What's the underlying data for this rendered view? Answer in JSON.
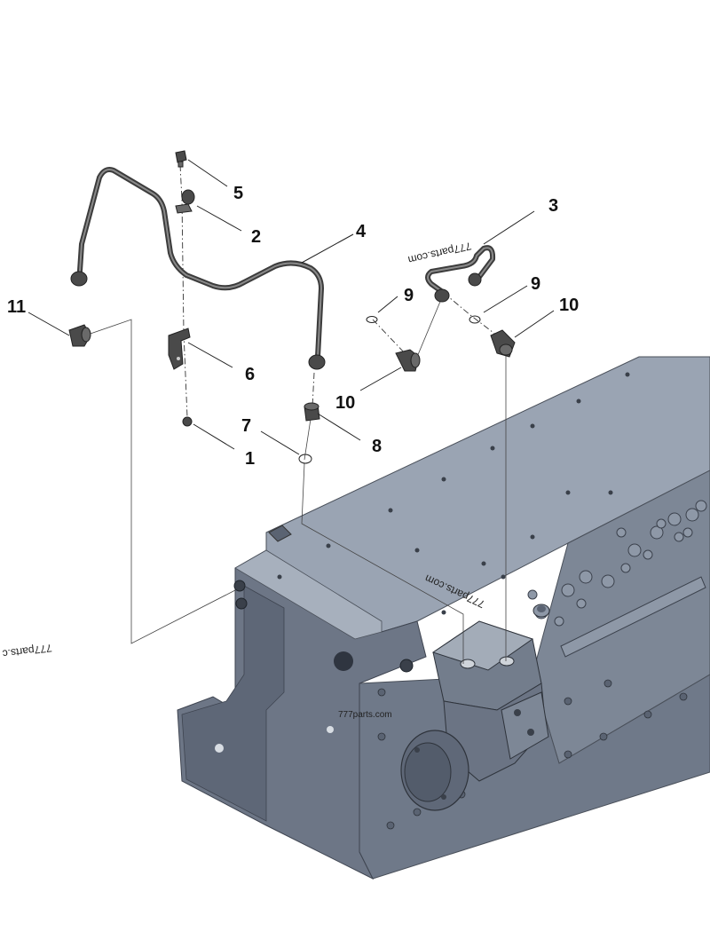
{
  "callouts": [
    {
      "id": "c1",
      "label": "1"
    },
    {
      "id": "c2",
      "label": "2"
    },
    {
      "id": "c3",
      "label": "3"
    },
    {
      "id": "c4",
      "label": "4"
    },
    {
      "id": "c5",
      "label": "5"
    },
    {
      "id": "c6",
      "label": "6"
    },
    {
      "id": "c7",
      "label": "7"
    },
    {
      "id": "c8",
      "label": "8"
    },
    {
      "id": "c9a",
      "label": "9"
    },
    {
      "id": "c9b",
      "label": "9"
    },
    {
      "id": "c10a",
      "label": "10"
    },
    {
      "id": "c10b",
      "label": "10"
    },
    {
      "id": "c11",
      "label": "11"
    }
  ],
  "watermarks": {
    "top": "777parts.com",
    "middle": "777parts.com",
    "left": "777parts.c",
    "bottom": "777parts.com"
  },
  "colors": {
    "block_top": "#9aa4b3",
    "block_front": "#7d8796",
    "block_side": "#687282",
    "block_dark": "#4e5665",
    "tube": "#3c3c3c"
  }
}
